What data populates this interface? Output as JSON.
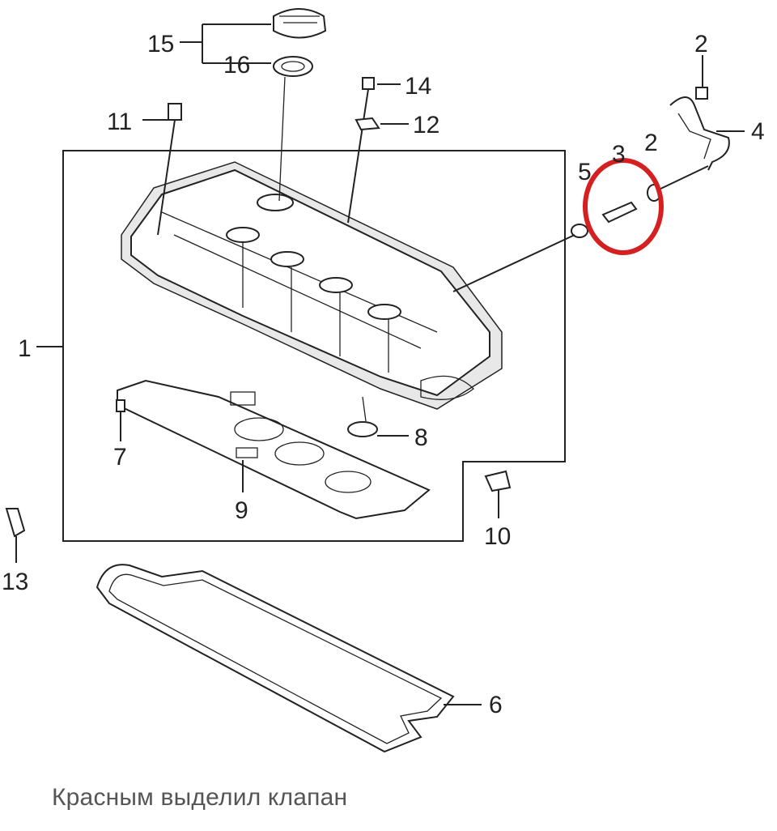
{
  "callouts": {
    "c1": "1",
    "c2a": "2",
    "c2b": "2",
    "c3": "3",
    "c4": "4",
    "c5": "5",
    "c6": "6",
    "c7": "7",
    "c8": "8",
    "c9": "9",
    "c10": "10",
    "c11": "11",
    "c12": "12",
    "c13": "13",
    "c14": "14",
    "c15": "15",
    "c16": "16"
  },
  "highlight": {
    "color": "#d42020",
    "marks": "3"
  },
  "caption": "Красным выделил клапан"
}
